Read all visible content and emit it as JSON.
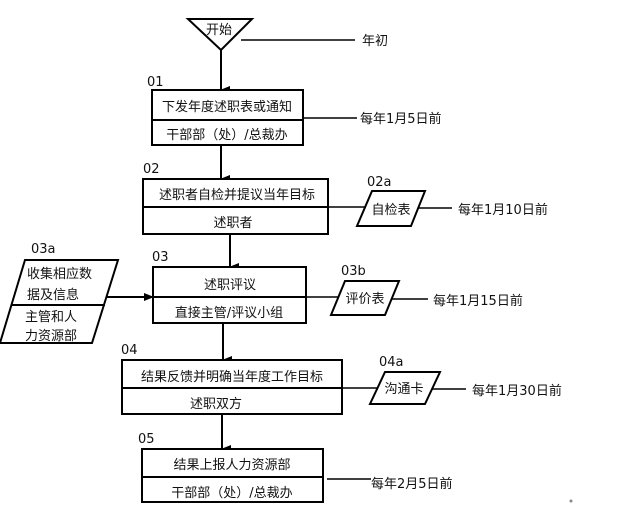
{
  "diagram": {
    "start": {
      "label": "开始",
      "note": "年初"
    },
    "steps": [
      {
        "id": "01",
        "task": "下发年度述职表或通知",
        "owner": "干部部（处）/总裁办",
        "deadline": "每年1月5日前"
      },
      {
        "id": "02",
        "task": "述职者自检并提议当年目标",
        "owner": "述职者",
        "doc": {
          "id": "02a",
          "label": "自检表"
        },
        "deadline": "每年1月10日前"
      },
      {
        "id": "03",
        "task": "述职评议",
        "owner": "直接主管/评议小组",
        "input": {
          "id": "03a",
          "task_lines": [
            "收集相应数",
            "据及信息"
          ],
          "owner_lines": [
            "主管和人",
            "力资源部"
          ]
        },
        "doc": {
          "id": "03b",
          "label": "评价表"
        },
        "deadline": "每年1月15日前"
      },
      {
        "id": "04",
        "task": "结果反馈并明确当年度工作目标",
        "owner": "述职双方",
        "doc": {
          "id": "04a",
          "label": "沟通卡"
        },
        "deadline": "每年1月30日前"
      },
      {
        "id": "05",
        "task": "结果上报人力资源部",
        "owner": "干部部（处）/总裁办",
        "deadline": "每年2月5日前"
      }
    ]
  }
}
